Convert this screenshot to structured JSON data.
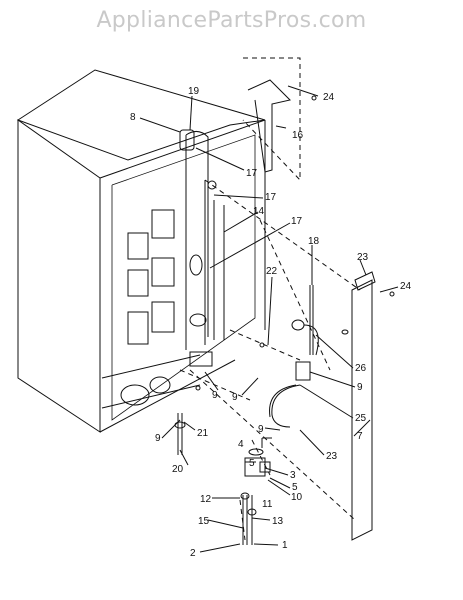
{
  "watermark": "AppliancePartsPros.com",
  "callouts": {
    "c19": "19",
    "c8": "8",
    "c24a": "24",
    "c16": "16",
    "c17a": "17",
    "c17b": "17",
    "c14": "14",
    "c17c": "17",
    "c18": "18",
    "c23a": "23",
    "c24b": "24",
    "c22": "22",
    "c26": "26",
    "c9a": "9",
    "c9b": "9",
    "c9c": "9",
    "c25": "25",
    "c7": "7",
    "c9d": "9",
    "c21": "21",
    "c23b": "23",
    "c20": "20",
    "c4": "4",
    "c5a": "5",
    "c3": "3",
    "c5b": "5",
    "c10": "10",
    "c11": "11",
    "c12": "12",
    "c15": "15",
    "c13": "13",
    "c2": "2",
    "c1": "1"
  }
}
